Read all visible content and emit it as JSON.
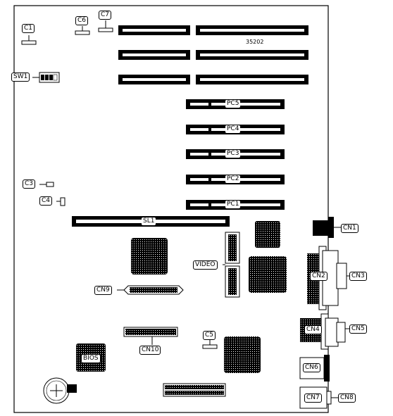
{
  "board_number": "35202",
  "labels": {
    "c1": "C1",
    "c6": "C6",
    "c7": "C7",
    "sw1": "SW1",
    "c3": "C3",
    "c4": "C4",
    "c5": "C5",
    "pc5": "PC5",
    "pc4": "PC4",
    "pc3": "PC3",
    "pc2": "PC2",
    "pc1": "PC1",
    "sl1": "SL1",
    "video": "VIDEO",
    "cn1": "CN1",
    "cn2": "CN2",
    "cn3": "CN3",
    "cn4": "CN4",
    "cn5": "CN5",
    "cn6": "CN6",
    "cn7": "CN7",
    "cn8": "CN8",
    "cn9": "CN9",
    "cn10": "CN10",
    "bios": "BIOS"
  }
}
